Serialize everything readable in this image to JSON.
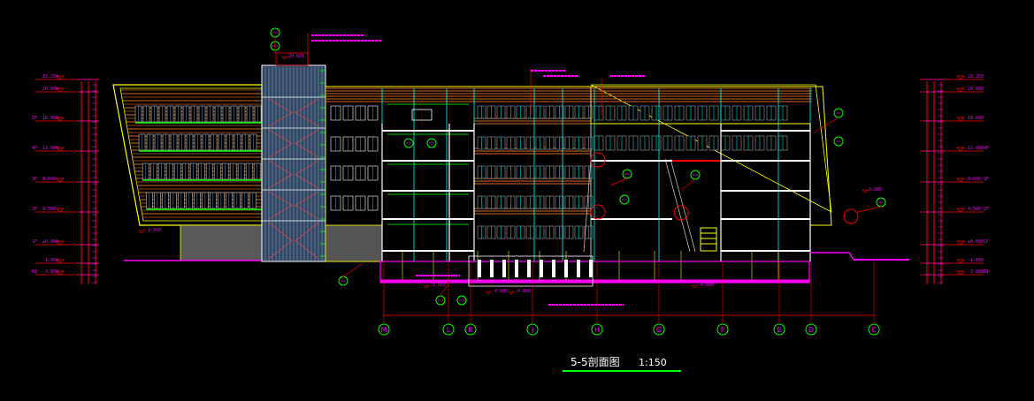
{
  "drawing": {
    "title": "5-5剖面图",
    "scale": "1:150"
  },
  "grid_axes": [
    "M",
    "L",
    "K",
    "J",
    "H",
    "G",
    "F",
    "E",
    "D",
    "C"
  ],
  "left_levels": [
    {
      "floor": "",
      "elev": "22.250"
    },
    {
      "floor": "",
      "elev": "20.600"
    },
    {
      "floor": "5F",
      "elev": "16.000"
    },
    {
      "floor": "4F",
      "elev": "12.600"
    },
    {
      "floor": "3F",
      "elev": "8.600"
    },
    {
      "floor": "2F",
      "elev": "4.500"
    },
    {
      "floor": "1F",
      "elev": "±0.000"
    },
    {
      "floor": "",
      "elev": "-1.050"
    },
    {
      "floor": "B1",
      "elev": "-3.800"
    }
  ],
  "right_levels": [
    {
      "floor": "",
      "elev": "22.250"
    },
    {
      "floor": "",
      "elev": "20.600"
    },
    {
      "floor": "",
      "elev": "16.000"
    },
    {
      "floor": "4F",
      "elev": "12.600"
    },
    {
      "floor": "3F",
      "elev": "8.600"
    },
    {
      "floor": "2F",
      "elev": "4.500"
    },
    {
      "floor": "1F",
      "elev": "±0.000"
    },
    {
      "floor": "",
      "elev": "-1.050"
    },
    {
      "floor": "B1",
      "elev": "-3.800"
    }
  ],
  "spot_elevations": [
    "20.600",
    "-1.050",
    "-4.800",
    "-4.800",
    "-1.050",
    "-4.800",
    "3.300"
  ],
  "colors": {
    "background": "#000000",
    "yellow": "#ffff00",
    "magenta": "#ff00ff",
    "red": "#ff0000",
    "green": "#00ff00",
    "cyan": "#00ffff",
    "white": "#ffffff",
    "orange": "#d2691e",
    "gray": "#808080",
    "steelblue": "#5a7fb0"
  }
}
